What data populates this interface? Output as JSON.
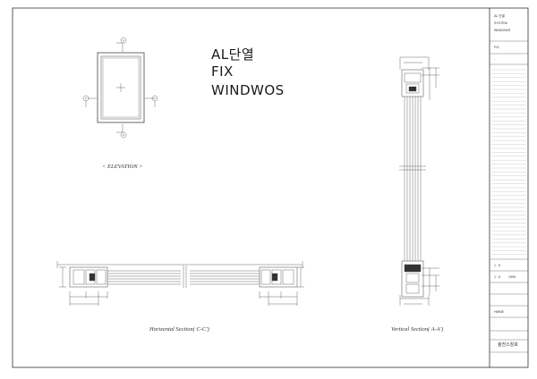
{
  "drawing": {
    "title_lines": [
      "AL단열",
      "FIX",
      "WINDWOS"
    ],
    "elevation_caption": "< ELEVATION >",
    "horizontal_caption": "Horizental Section( C-C')",
    "vertical_caption": "Vertical Section( A-A')",
    "section_markers": {
      "top": "A",
      "bottom": "A'",
      "left": "C",
      "right": "C'"
    }
  },
  "title_block": {
    "project_lines": [
      "AL 단열",
      "SYSTEM",
      "WINDOWS"
    ],
    "drawing_name": "FIX",
    "dash_1": "-",
    "scale": "1 : 5",
    "date_value": "1999",
    "dash_2": "-",
    "checker": "HWNE",
    "dash_3": "-",
    "company": "율전스칭호"
  }
}
